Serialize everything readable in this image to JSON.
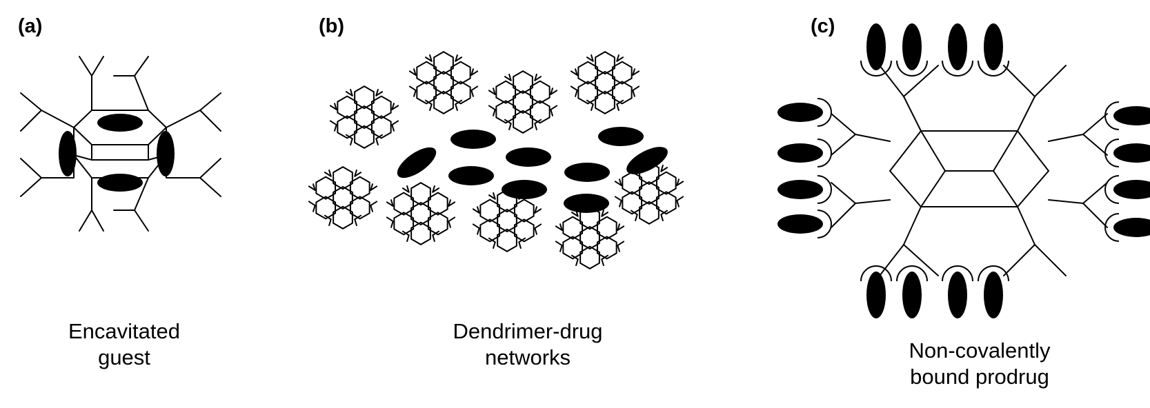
{
  "panels": [
    {
      "label": "(a)",
      "caption_lines": [
        "Encavitated",
        "guest"
      ]
    },
    {
      "label": "(b)",
      "caption_lines": [
        "Dendrimer-drug",
        "networks"
      ]
    },
    {
      "label": "(c)",
      "caption_lines": [
        "Non-covalently",
        "bound prodrug"
      ]
    }
  ],
  "colors": {
    "line": "#000000",
    "guest": "#000000",
    "background": "#ffffff"
  }
}
